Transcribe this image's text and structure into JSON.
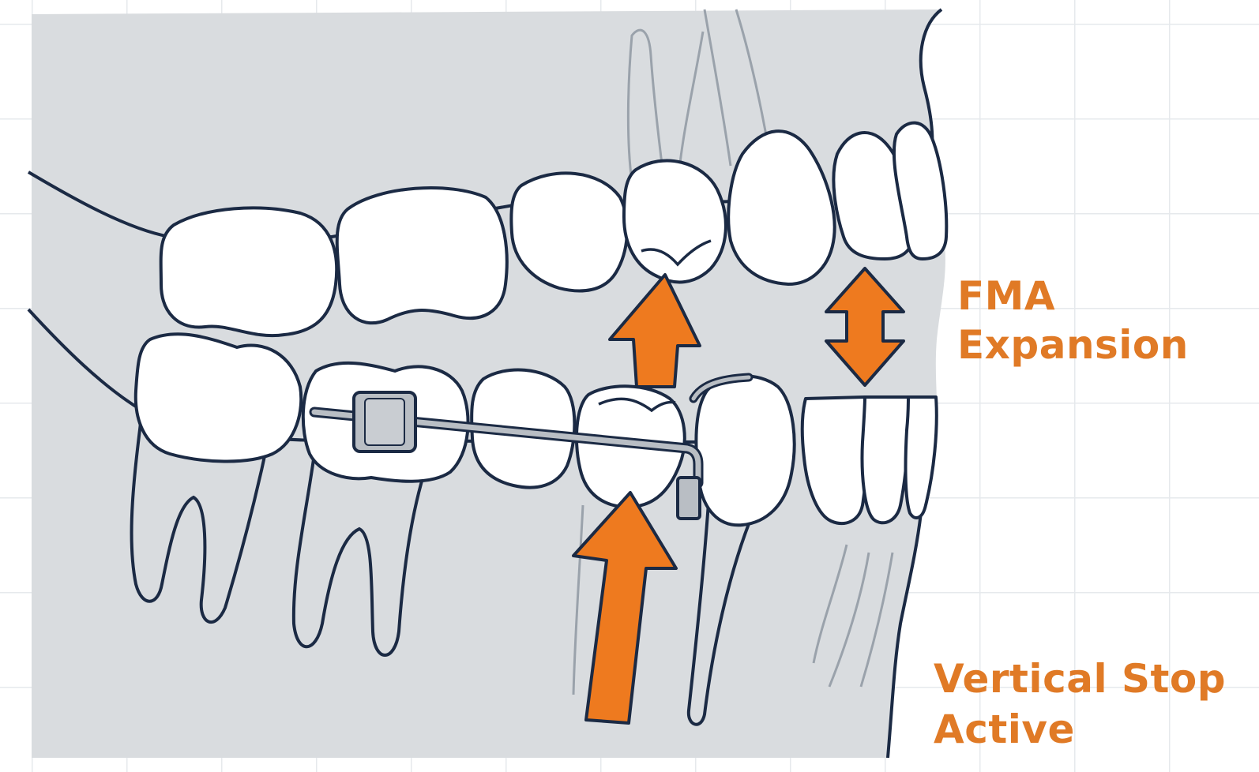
{
  "colors": {
    "background": "#ffffff",
    "grid": "#e6e9ec",
    "gum": "#d9dcdf",
    "outline": "#1b2a44",
    "root_faint": "#9aa2ab",
    "tooth": "#ffffff",
    "accent_orange": "#ee7a1f",
    "label_orange": "#e07a26",
    "metal": "#b9bec4"
  },
  "icons": {
    "small_up_arrow": "arrow-up-icon",
    "large_up_arrow": "arrow-up-icon",
    "double_arrow": "double-vertical-arrow-icon"
  },
  "labels": {
    "fma": {
      "line1": "FMA",
      "line2": "Expansion"
    },
    "vertical_stop": {
      "line1": "Vertical Stop",
      "line2": "Active"
    }
  }
}
